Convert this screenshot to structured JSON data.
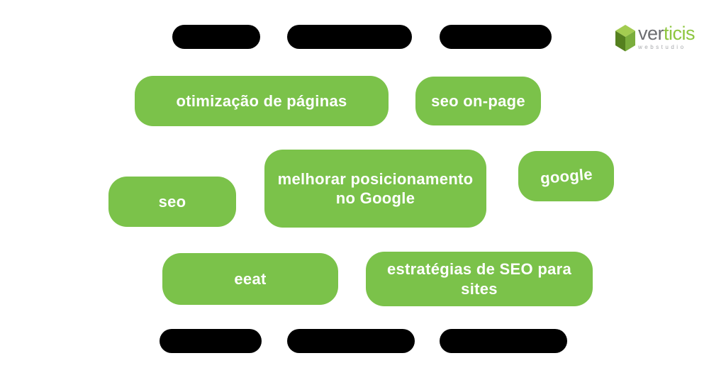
{
  "colors": {
    "background": "#ffffff",
    "pill_green": "#7bc24a",
    "pill_black": "#000000",
    "pill_text": "#ffffff",
    "logo_gray": "#6d6e71",
    "logo_green": "#8dc63f",
    "logo_subtitle_gray": "#a8aaad"
  },
  "logo": {
    "icon": "cube-icon",
    "wordmark_prefix": "ver",
    "wordmark_suffix": "ticis",
    "subtitle": "webstudio"
  },
  "keywords": {
    "otimizacao_de_paginas": "otimização de páginas",
    "seo_on_page": "seo on-page",
    "melhorar_posicionamento": "melhorar posicionamento no Google",
    "google": "google",
    "seo": "seo",
    "eeat": "eeat",
    "estrategias_seo_sites": "estratégias de SEO para sites"
  }
}
